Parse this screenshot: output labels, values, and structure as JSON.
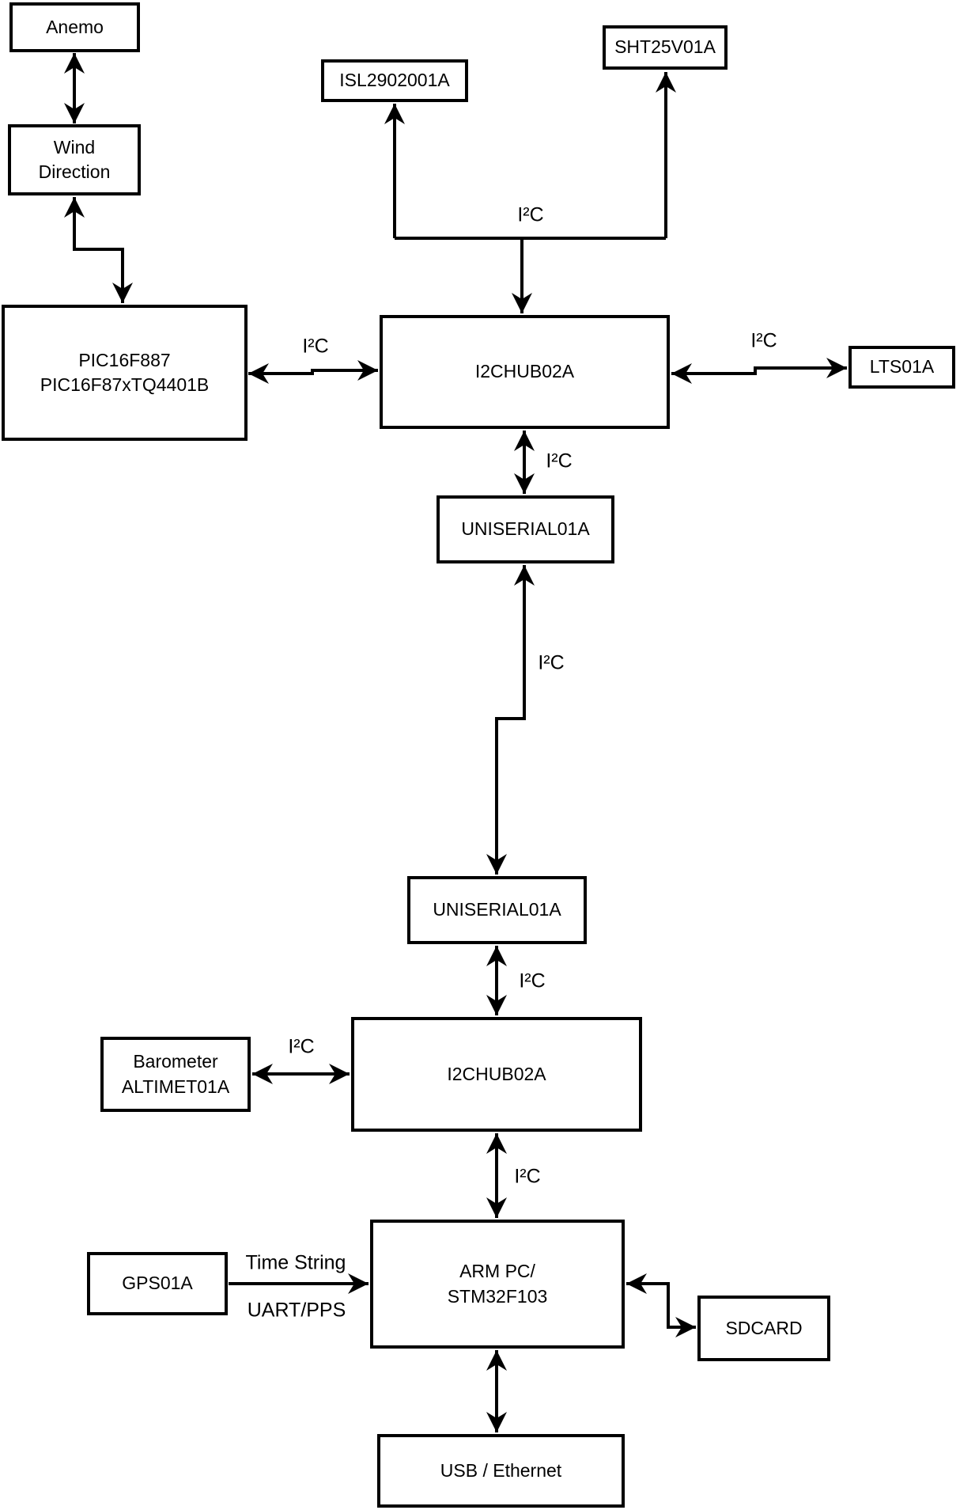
{
  "diagram": {
    "nodes": {
      "anemo": {
        "label": "Anemo"
      },
      "wind": {
        "label": "Wind\nDirection"
      },
      "pic": {
        "label": "PIC16F887\nPIC16F87xTQ4401B"
      },
      "isl": {
        "label": "ISL2902001A"
      },
      "sht": {
        "label": "SHT25V01A"
      },
      "hub1": {
        "label": "I2CHUB02A"
      },
      "lts": {
        "label": "LTS01A"
      },
      "uniserial1": {
        "label": "UNISERIAL01A"
      },
      "uniserial2": {
        "label": "UNISERIAL01A"
      },
      "hub2": {
        "label": "I2CHUB02A"
      },
      "barometer": {
        "label": "Barometer\nALTIMET01A"
      },
      "gps": {
        "label": "GPS01A"
      },
      "armpc": {
        "label": "ARM PC/\nSTM32F103"
      },
      "sdcard": {
        "label": "SDCARD"
      },
      "usbeth": {
        "label": "USB / Ethernet"
      }
    },
    "edge_labels": {
      "i2c_top": "I²C",
      "i2c_pic_hub1": "I²C",
      "i2c_hub1_lts": "I²C",
      "i2c_hub1_uni1": "I²C",
      "i2c_uni1_uni2": "I²C",
      "i2c_uni2_hub2": "I²C",
      "i2c_baro_hub2": "I²C",
      "i2c_hub2_arm": "I²C",
      "gps_time_string": "Time String",
      "gps_uart_pps": "UART/PPS"
    },
    "colors": {
      "line": "#000000",
      "background": "#ffffff",
      "box_fill": "#ffffff"
    }
  }
}
